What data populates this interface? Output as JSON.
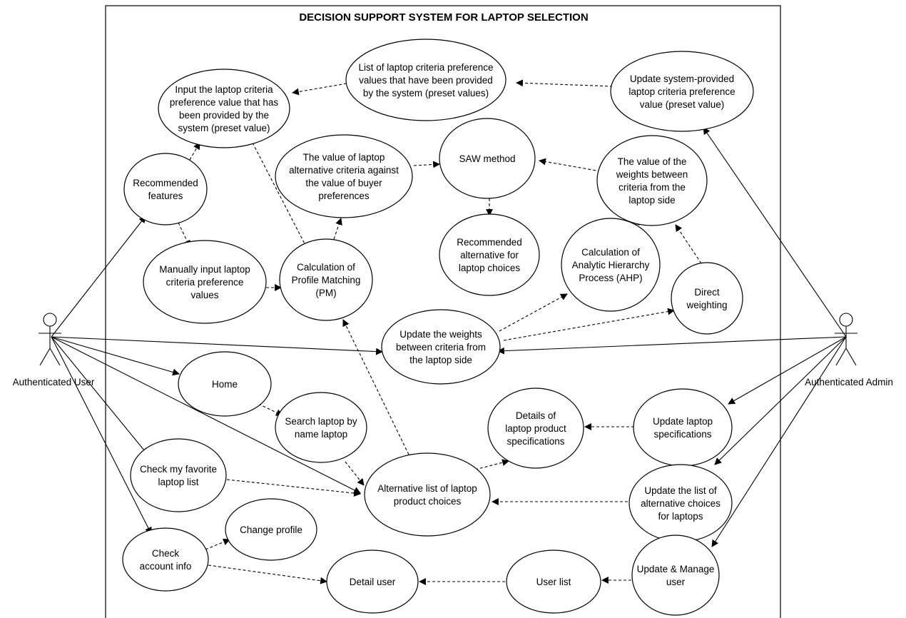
{
  "title": "DECISION SUPPORT SYSTEM FOR LAPTOP SELECTION",
  "actors": {
    "user": "Authenticated User",
    "admin": "Authenticated Admin"
  },
  "use_cases": {
    "input_preset": [
      "Input the laptop criteria",
      "preference value that has",
      "been provided by the",
      "system (preset value)"
    ],
    "list_preset": [
      "List of laptop criteria preference",
      "values that have been provided",
      "by the system (preset values)"
    ],
    "update_preset": [
      "Update system-provided",
      "laptop criteria preference",
      "value (preset value)"
    ],
    "recommended_features": [
      "Recommended",
      "features"
    ],
    "value_alt_criteria": [
      "The value of laptop",
      "alternative criteria against",
      "the value of buyer",
      "preferences"
    ],
    "saw_method": [
      "SAW method"
    ],
    "weights_value": [
      "The value of the",
      "weights between",
      "criteria from the",
      "laptop side"
    ],
    "recommended_alt": [
      "Recommended",
      "alternative for",
      "laptop choices"
    ],
    "manual_input": [
      "Manually input laptop",
      "criteria preference",
      "values"
    ],
    "pm_calc": [
      "Calculation of",
      "Profile Matching",
      "(PM)"
    ],
    "ahp_calc": [
      "Calculation of",
      "Analytic Hierarchy",
      "Process (AHP)"
    ],
    "direct_weighting": [
      "Direct",
      "weighting"
    ],
    "update_weights": [
      "Update the weights",
      "between criteria from",
      "the laptop side"
    ],
    "home": [
      "Home"
    ],
    "search_laptop": [
      "Search laptop by",
      "name laptop"
    ],
    "details_specs": [
      "Details of",
      "laptop product",
      "specifications"
    ],
    "update_specs": [
      "Update laptop",
      "specifications"
    ],
    "favorite_list": [
      "Check my favorite",
      "laptop list"
    ],
    "alt_list": [
      "Alternative list of laptop",
      "product choices"
    ],
    "update_alt_list": [
      "Update the list of",
      "alternative choices",
      "for laptops"
    ],
    "change_profile": [
      "Change profile"
    ],
    "check_account": [
      "Check",
      "account info"
    ],
    "detail_user": [
      "Detail user"
    ],
    "user_list": [
      "User list"
    ],
    "manage_user": [
      "Update & Manage",
      "user"
    ]
  }
}
